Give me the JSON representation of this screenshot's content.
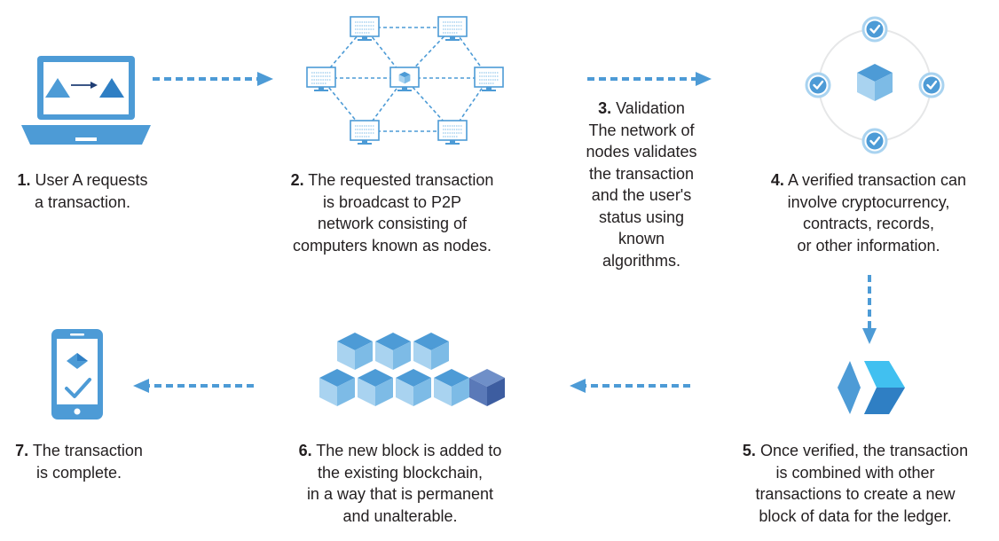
{
  "steps": [
    {
      "num": "1.",
      "lines": [
        "User A requests",
        "a transaction."
      ]
    },
    {
      "num": "2.",
      "lines": [
        "The requested transaction",
        "is broadcast to P2P",
        "network consisting of",
        "computers known as nodes."
      ]
    },
    {
      "num": "3.",
      "lines": [
        "Validation",
        "The network of",
        "nodes validates",
        "the transaction",
        "and the user's",
        "status using",
        "known",
        "algorithms."
      ]
    },
    {
      "num": "4.",
      "lines": [
        "A verified transaction can",
        "involve cryptocurrency,",
        "contracts, records,",
        "or other information."
      ]
    },
    {
      "num": "5.",
      "lines": [
        "Once verified, the transaction",
        "is combined with other",
        "transactions to create a new",
        "block of data for the ledger."
      ]
    },
    {
      "num": "6.",
      "lines": [
        "The new block is added to",
        "the existing blockchain,",
        "in a way that is permanent",
        "and unalterable."
      ]
    },
    {
      "num": "7.",
      "lines": [
        "The transaction",
        "is complete."
      ]
    }
  ],
  "colors": {
    "primary": "#4d9bd6",
    "light": "#a9d3f0",
    "dark": "#2f7fc4",
    "accent": "#5a79b8",
    "text": "#231f20"
  },
  "icons": [
    "laptop-icon",
    "network-icon",
    "verified-cube-icon",
    "block-icon",
    "blockchain-icon",
    "smartphone-icon"
  ]
}
